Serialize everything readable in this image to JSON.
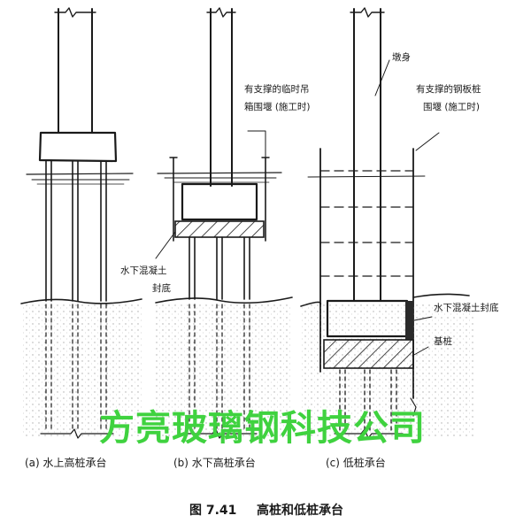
{
  "figure": {
    "caption_number": "图 7.41",
    "caption_text": "高桩和低桩承台"
  },
  "panel_a": {
    "label": "(a) 水上高桩承台"
  },
  "panel_b": {
    "label": "(b) 水下高桩承台",
    "cofferdam_note_line1": "有支撑的临时吊",
    "cofferdam_note_line2": "箱围堰 (施工时)",
    "seal_note_line1": "水下混凝土",
    "seal_note_line2": "封底"
  },
  "panel_c": {
    "label": "(c) 低桩承台",
    "pier_note": "墩身",
    "cofferdam_note_line1": "有支撑的钢板桩",
    "cofferdam_note_line2": "围堰 (施工时)",
    "seal_note": "水下混凝土封底",
    "pile_note": "基桩"
  },
  "watermark": {
    "text": "方亮玻璃钢科技公司",
    "color": "#3fd23f"
  }
}
